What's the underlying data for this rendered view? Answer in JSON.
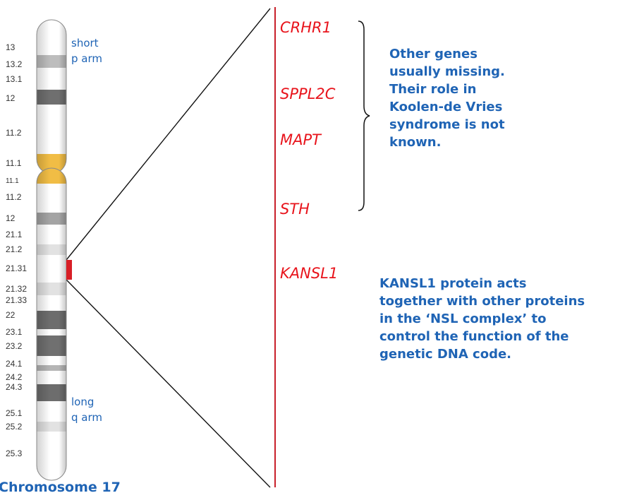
{
  "colors": {
    "accent_blue": "#1f64b5",
    "gene_red": "#e8141c",
    "region_marker": "#d81f26",
    "centromere": "#f1bd45",
    "connector": "#111111"
  },
  "chromosome": {
    "title": "Chromosome 17",
    "p_arm_label": "short\np arm",
    "q_arm_label": "long\nq arm",
    "bands": [
      {
        "label": "13",
        "stain": "white"
      },
      {
        "label": "13.2",
        "stain": "gray-light"
      },
      {
        "label": "13.1",
        "stain": "white"
      },
      {
        "label": "12",
        "stain": "gray-dark"
      },
      {
        "label": "11.2",
        "stain": "white"
      },
      {
        "label": "11.1",
        "stain": "centromere"
      },
      {
        "label": "11.1",
        "stain": "centromere"
      },
      {
        "label": "11.2",
        "stain": "white"
      },
      {
        "label": "12",
        "stain": "gray-medium"
      },
      {
        "label": "21.1",
        "stain": "white"
      },
      {
        "label": "21.2",
        "stain": "gray-pale"
      },
      {
        "label": "21.31",
        "stain": "white"
      },
      {
        "label": "21.32",
        "stain": "gray-pale"
      },
      {
        "label": "21.33",
        "stain": "white"
      },
      {
        "label": "22",
        "stain": "gray-dark"
      },
      {
        "label": "23.1",
        "stain": "white"
      },
      {
        "label": "23.2",
        "stain": "gray-dark"
      },
      {
        "label": "24.1",
        "stain": "white"
      },
      {
        "label": "24.2",
        "stain": "gray-light"
      },
      {
        "label": "24.3",
        "stain": "gray-dark"
      },
      {
        "label": "25.1",
        "stain": "white"
      },
      {
        "label": "25.2",
        "stain": "gray-pale"
      },
      {
        "label": "25.3",
        "stain": "white"
      }
    ]
  },
  "genes": {
    "crhr1": "CRHR1",
    "sppl2c": "SPPL2C",
    "mapt": "MAPT",
    "sth": "STH",
    "kansl1": "KANSL1"
  },
  "notes": {
    "other_genes": "Other genes\nusually missing.\nTheir role in\nKoolen-de Vries\nsyndrome is not\nknown.",
    "kansl1_protein": "KANSL1 protein acts\ntogether with other proteins\nin the ‘NSL complex’ to\ncontrol the function of the\ngenetic DNA code."
  }
}
